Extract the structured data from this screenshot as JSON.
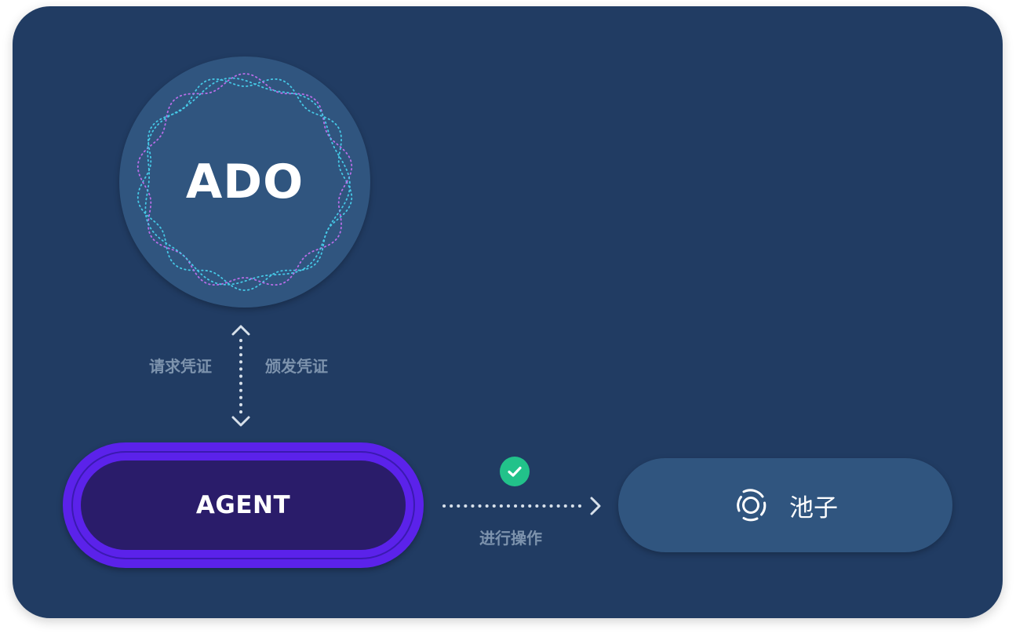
{
  "nodes": {
    "ado": {
      "label": "ADO"
    },
    "agent": {
      "label": "AGENT"
    },
    "pool": {
      "label": "池子",
      "icon": "pool-icon"
    }
  },
  "edges": {
    "ado_agent": {
      "request_label": "请求凭证",
      "issue_label": "颁发凭证",
      "direction": "bidirectional"
    },
    "agent_pool": {
      "label": "进行操作",
      "status_icon": "check-icon",
      "direction": "agent-to-pool"
    }
  },
  "colors": {
    "background": "#213c63",
    "node": "#30557f",
    "agent_outer": "#5b22ea",
    "agent_inner": "#2a1c6a",
    "label_muted": "#7d93ad",
    "ring_cyan": "#46c8e6",
    "ring_purple": "#b86ee8",
    "success": "#22c28a"
  }
}
